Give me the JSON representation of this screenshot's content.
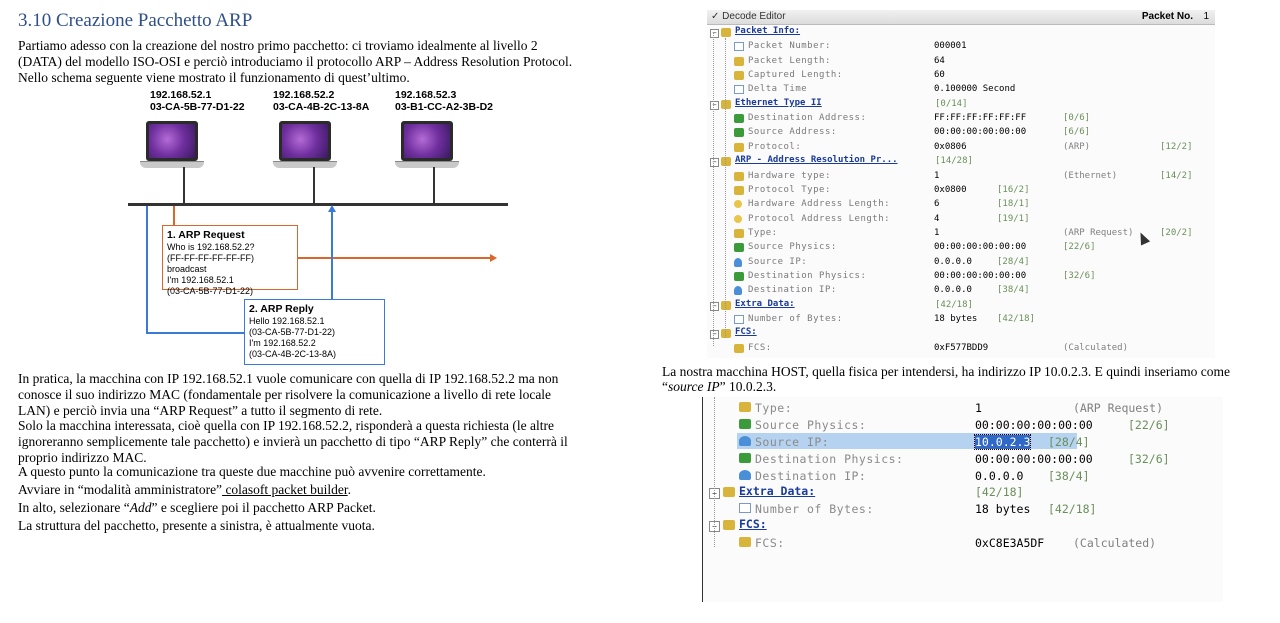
{
  "heading": "3.10 Creazione Pacchetto ARP",
  "intro": [
    "Partiamo adesso con la creazione del nostro primo pacchetto: ci troviamo idealmente al livello 2",
    "(DATA) del modello ISO-OSI e perciò introduciamo il protocollo ARP – Address Resolution Protocol.",
    "Nello schema seguente viene mostrato il funzionamento di quest’ultimo."
  ],
  "diagram": {
    "pcs": [
      {
        "ip": "192.168.52.1",
        "mac": "03-CA-5B-77-D1-22"
      },
      {
        "ip": "192.168.52.2",
        "mac": "03-CA-4B-2C-13-8A"
      },
      {
        "ip": "192.168.52.3",
        "mac": "03-B1-CC-A2-3B-D2"
      }
    ],
    "request": {
      "title": "1. ARP Request",
      "lines": [
        "Who is 192.168.52.2?",
        "(FF-FF-FF-FF-FF-FF)  broadcast",
        "I'm 192.168.52.1",
        "(03-CA-5B-77-D1-22)"
      ]
    },
    "reply": {
      "title": "2. ARP Reply",
      "lines": [
        "Hello 192.168.52.1",
        "(03-CA-5B-77-D1-22)",
        "I'm 192.168.52.2",
        "(03-CA-4B-2C-13-8A)"
      ]
    }
  },
  "body": {
    "p1": [
      "In pratica, la macchina con IP 192.168.52.1 vuole comunicare con quella di IP 192.168.52.2 ma non",
      "conosce il suo indirizzo MAC (fondamentale per risolvere la comunicazione a livello di rete locale",
      "LAN) e perciò invia una “ARP Request” a tutto il segmento di rete."
    ],
    "p2": [
      "Solo la macchina interessata, cioè quella con IP 192.168.52.2, risponderà a questa richiesta (le altre",
      "ignoreranno semplicemente tale pacchetto) e invierà un pacchetto di tipo “ARP Reply” che conterrà il",
      "proprio indirizzo MAC."
    ],
    "p3": "A questo punto la comunicazione tra queste due macchine può avvenire correttamente.",
    "p4_pre": "Avviare in “modalità amministratore”",
    "p4_link": " colasoft packet builder",
    "p4_post": ".",
    "p5_pre": "In alto, selezionare “",
    "p5_em": "Add",
    "p5_post": "” e scegliere poi il pacchetto ARP Packet.",
    "p6": "La struttura del pacchetto, presente a sinistra, è attualmente vuota."
  },
  "decode_editor": {
    "title": "Decode Editor",
    "packet_no_label": "Packet No.",
    "packet_no_value": "1",
    "rows": [
      {
        "kind": "sec",
        "label": "Packet Info:",
        "off": ""
      },
      {
        "kind": "f",
        "icon": "doc",
        "label": "Packet Number:",
        "val": "000001",
        "ann": "",
        "off": ""
      },
      {
        "kind": "f",
        "icon": "key",
        "label": "Packet Length:",
        "val": "64",
        "ann": "",
        "off": ""
      },
      {
        "kind": "f",
        "icon": "key",
        "label": "Captured Length:",
        "val": "60",
        "ann": "",
        "off": ""
      },
      {
        "kind": "f",
        "icon": "doc",
        "label": "Delta Time",
        "val": "0.100000 Second",
        "ann": "",
        "off": ""
      },
      {
        "kind": "sec",
        "label": "Ethernet Type II",
        "off": "[0/14]"
      },
      {
        "kind": "f",
        "icon": "grn",
        "label": "Destination Address:",
        "val": "FF:FF:FF:FF:FF:FF",
        "ann": "",
        "off": "[0/6]"
      },
      {
        "kind": "f",
        "icon": "grn",
        "label": "Source Address:",
        "val": "00:00:00:00:00:00",
        "ann": "",
        "off": "[6/6]"
      },
      {
        "kind": "f",
        "icon": "key",
        "label": "Protocol:",
        "val": "0x0806",
        "ann": "(ARP)",
        "off": "[12/2]"
      },
      {
        "kind": "sec",
        "label": "ARP - Address Resolution Pr...",
        "off": "[14/28]"
      },
      {
        "kind": "f",
        "icon": "key",
        "label": "Hardware type:",
        "val": "1",
        "ann": "(Ethernet)",
        "off": "[14/2]"
      },
      {
        "kind": "f",
        "icon": "key",
        "label": "Protocol Type:",
        "val": "0x0800",
        "ann": "",
        "off": "[16/2]"
      },
      {
        "kind": "f",
        "icon": "circ",
        "label": "Hardware Address Length:",
        "val": "6",
        "ann": "",
        "off": "[18/1]"
      },
      {
        "kind": "f",
        "icon": "circ",
        "label": "Protocol Address Length:",
        "val": "4",
        "ann": "",
        "off": "[19/1]"
      },
      {
        "kind": "f",
        "icon": "key",
        "label": "Type:",
        "val": "1",
        "ann": "(ARP Request)",
        "off": "[20/2]"
      },
      {
        "kind": "f",
        "icon": "grn",
        "label": "Source Physics:",
        "val": "00:00:00:00:00:00",
        "ann": "",
        "off": "[22/6]"
      },
      {
        "kind": "f",
        "icon": "bulb",
        "label": "Source IP:",
        "val": "0.0.0.0",
        "ann": "",
        "off": "[28/4]"
      },
      {
        "kind": "f",
        "icon": "grn",
        "label": "Destination Physics:",
        "val": "00:00:00:00:00:00",
        "ann": "",
        "off": "[32/6]"
      },
      {
        "kind": "f",
        "icon": "bulb",
        "label": "Destination IP:",
        "val": "0.0.0.0",
        "ann": "",
        "off": "[38/4]"
      },
      {
        "kind": "sec",
        "label": "Extra Data:",
        "off": "[42/18]"
      },
      {
        "kind": "f",
        "icon": "doc",
        "label": "Number of Bytes:",
        "val": "18 bytes",
        "ann": "",
        "off": "[42/18]"
      },
      {
        "kind": "sec",
        "label": "FCS:",
        "off": ""
      },
      {
        "kind": "f",
        "icon": "key",
        "label": "FCS:",
        "val": "0xF577BDD9",
        "ann": "(Calculated)",
        "off": ""
      }
    ]
  },
  "caption": {
    "line1": "La nostra macchina HOST, quella fisica per intendersi, ha indirizzo IP 10.0.2.3. E quindi inseriamo come",
    "q_open": "“",
    "em": "source IP",
    "q_close": "”",
    "rest": " 10.0.2.3."
  },
  "decode2": {
    "rows": [
      {
        "kind": "f",
        "icon": "key",
        "label": "Type:",
        "val": "1",
        "ann": "(ARP Request)",
        "off": ""
      },
      {
        "kind": "f",
        "icon": "grn",
        "label": "Source Physics:",
        "val": "00:00:00:00:00:00",
        "ann": "",
        "off": "[22/6]"
      },
      {
        "kind": "f",
        "icon": "bulb",
        "label": "Source IP:",
        "val": "10.0.2.3",
        "ann": "",
        "off": "[28/4]",
        "hl": true
      },
      {
        "kind": "f",
        "icon": "grn",
        "label": "Destination Physics:",
        "val": "00:00:00:00:00:00",
        "ann": "",
        "off": "[32/6]"
      },
      {
        "kind": "f",
        "icon": "bulb",
        "label": "Destination IP:",
        "val": "0.0.0.0",
        "ann": "",
        "off": "[38/4]"
      },
      {
        "kind": "sec",
        "label": "Extra Data:",
        "val": "[42/18]",
        "off": ""
      },
      {
        "kind": "f",
        "icon": "doc",
        "label": "Number of Bytes:",
        "val": "18 bytes",
        "ann": "",
        "off": "[42/18]"
      },
      {
        "kind": "sec",
        "label": "FCS:",
        "val": "",
        "off": ""
      },
      {
        "kind": "f",
        "icon": "key",
        "label": "FCS:",
        "val": "0xC8E3A5DF",
        "ann": "(Calculated)",
        "off": ""
      }
    ]
  }
}
